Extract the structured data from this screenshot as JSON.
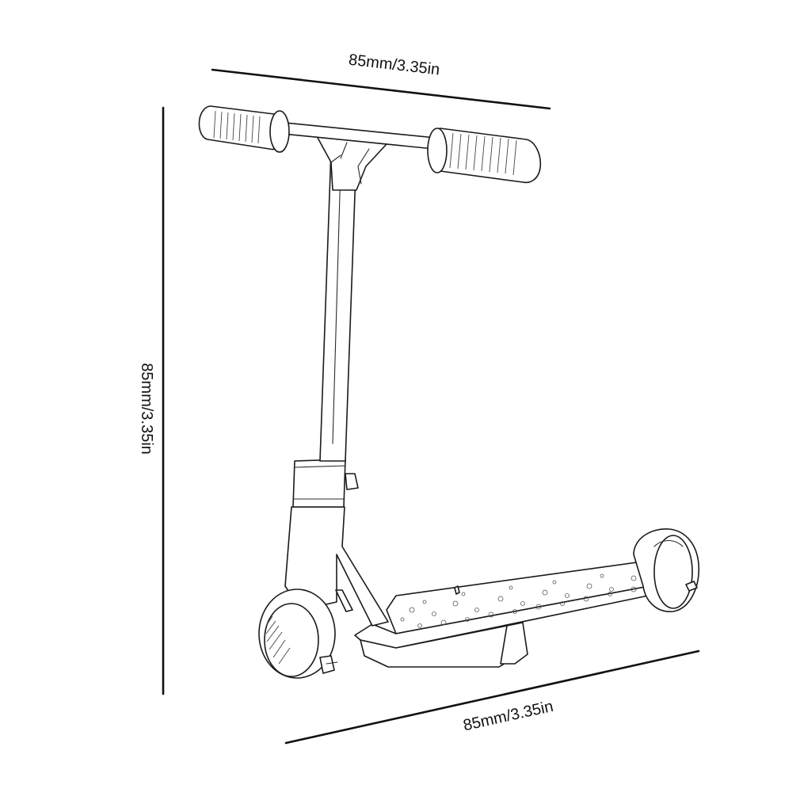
{
  "dimensions": {
    "top_label": "85mm/3.35in",
    "left_label": "85mm/3.35in",
    "bottom_label": "85mm/3.35in"
  },
  "illustration": {
    "subject": "scooter-line-drawing-icon"
  },
  "colors": {
    "ink": "#1a1a1a",
    "background": "#ffffff"
  }
}
